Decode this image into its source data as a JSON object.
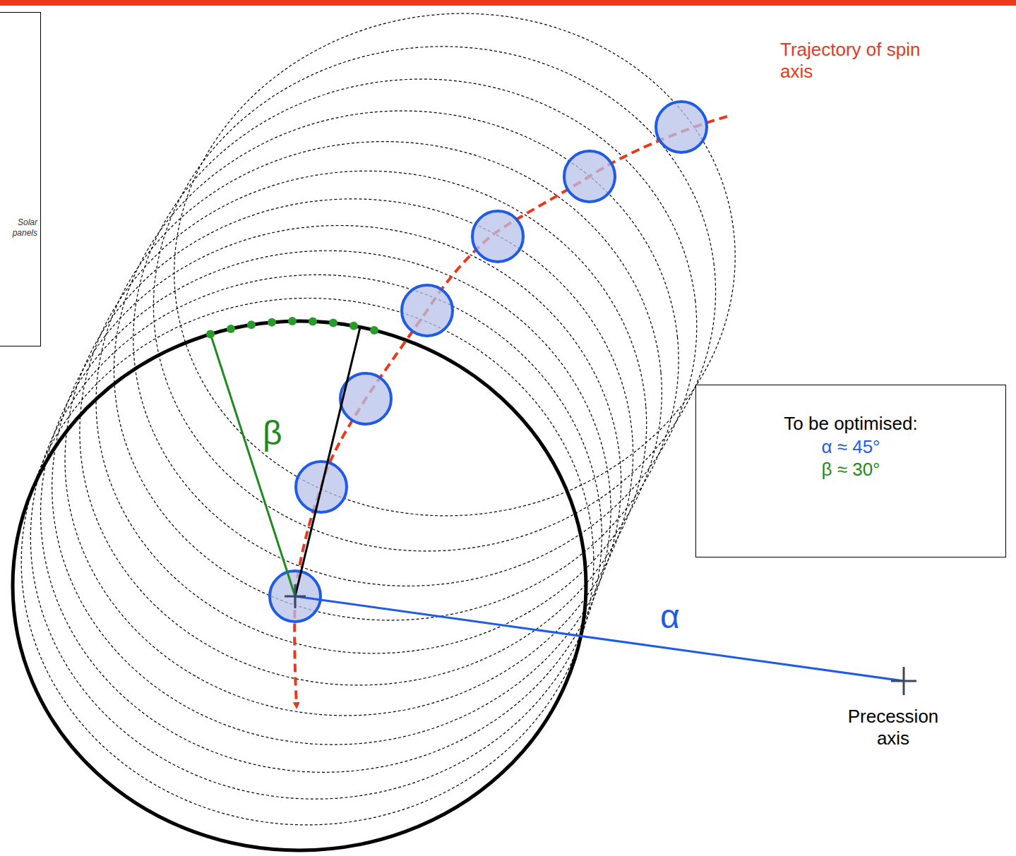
{
  "diagram": {
    "nodes": [
      {
        "text": [
          "Solar panels"
        ]
      },
      {
        "text": [
          "To be optimised:",
          "α ≈ 45°",
          "β ≈ 30°"
        ]
      }
    ],
    "labels": [
      "Trajectory of spin axis",
      "β",
      "α",
      "Precession axis"
    ]
  }
}
